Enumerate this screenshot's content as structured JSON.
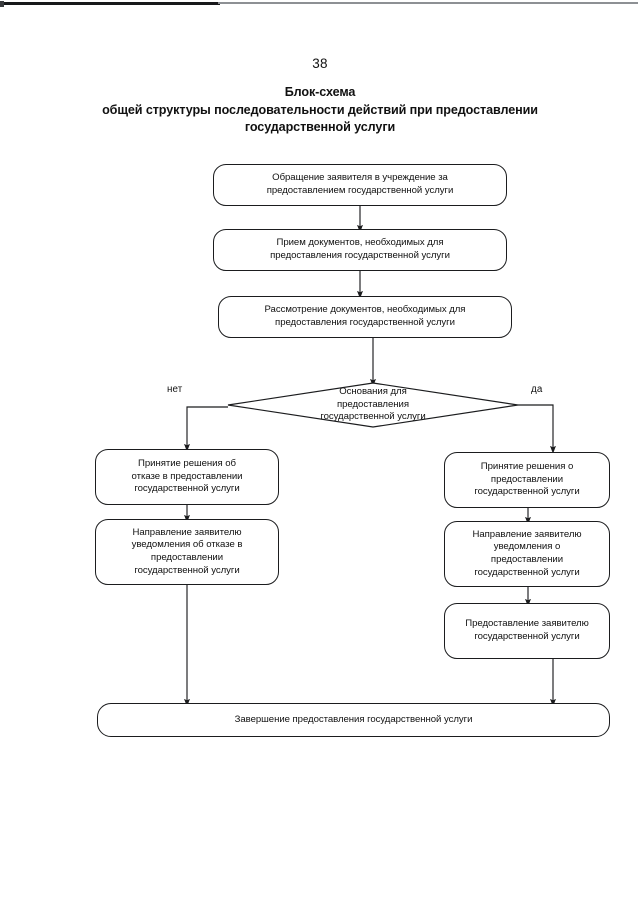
{
  "document": {
    "page_number": "38",
    "title_lines": [
      "Блок-схема",
      "общей структуры последовательности действий при предоставлении",
      "государственной услуги"
    ]
  },
  "colors": {
    "ink": "#1b1c1e",
    "page_background": "#ffffff",
    "scan_artifact_dark": "#17181a",
    "scan_artifact_grey": "#8d9094"
  },
  "flowchart": {
    "type": "flowchart",
    "orientation": "top-to-bottom",
    "nodes": {
      "start": {
        "shape": "rounded-rectangle",
        "text": "Обращение заявителя в учреждение за\nпредоставлением государственной услуги"
      },
      "receive_documents": {
        "shape": "rounded-rectangle",
        "text": "Прием документов, необходимых для\nпредоставления государственной услуги"
      },
      "review_documents": {
        "shape": "rounded-rectangle",
        "text": "Рассмотрение документов, необходимых для\nпредоставления государственной услуги"
      },
      "decision": {
        "shape": "diamond",
        "text": "Основания для\nпредоставления\nгосударственной услуги"
      },
      "refusal_decision": {
        "shape": "rounded-rectangle",
        "text": "Принятие решения об\nотказе в предоставлении\nгосударственной услуги"
      },
      "refusal_notice": {
        "shape": "rounded-rectangle",
        "text": "Направление заявителю\nуведомления об отказе в\nпредоставлении\nгосударственной услуги"
      },
      "grant_decision": {
        "shape": "rounded-rectangle",
        "text": "Принятие решения о\nпредоставлении\nгосударственной услуги"
      },
      "grant_notice": {
        "shape": "rounded-rectangle",
        "text": "Направление заявителю\nуведомления о\nпредоставлении\nгосударственной услуги"
      },
      "provide_service": {
        "shape": "rounded-rectangle",
        "text": "Предоставление заявителю\nгосударственной услуги"
      },
      "end": {
        "shape": "terminal",
        "text": "Завершение предоставления государственной услуги"
      }
    },
    "branch_labels": {
      "no": "нет",
      "yes": "да"
    },
    "edges": [
      {
        "from": "start",
        "to": "receive_documents",
        "label": ""
      },
      {
        "from": "receive_documents",
        "to": "review_documents",
        "label": ""
      },
      {
        "from": "review_documents",
        "to": "decision",
        "label": ""
      },
      {
        "from": "decision",
        "to": "refusal_decision",
        "label": "нет"
      },
      {
        "from": "decision",
        "to": "grant_decision",
        "label": "да"
      },
      {
        "from": "refusal_decision",
        "to": "refusal_notice",
        "label": ""
      },
      {
        "from": "refusal_notice",
        "to": "end",
        "label": ""
      },
      {
        "from": "grant_decision",
        "to": "grant_notice",
        "label": ""
      },
      {
        "from": "grant_notice",
        "to": "provide_service",
        "label": ""
      },
      {
        "from": "provide_service",
        "to": "end",
        "label": ""
      }
    ]
  }
}
